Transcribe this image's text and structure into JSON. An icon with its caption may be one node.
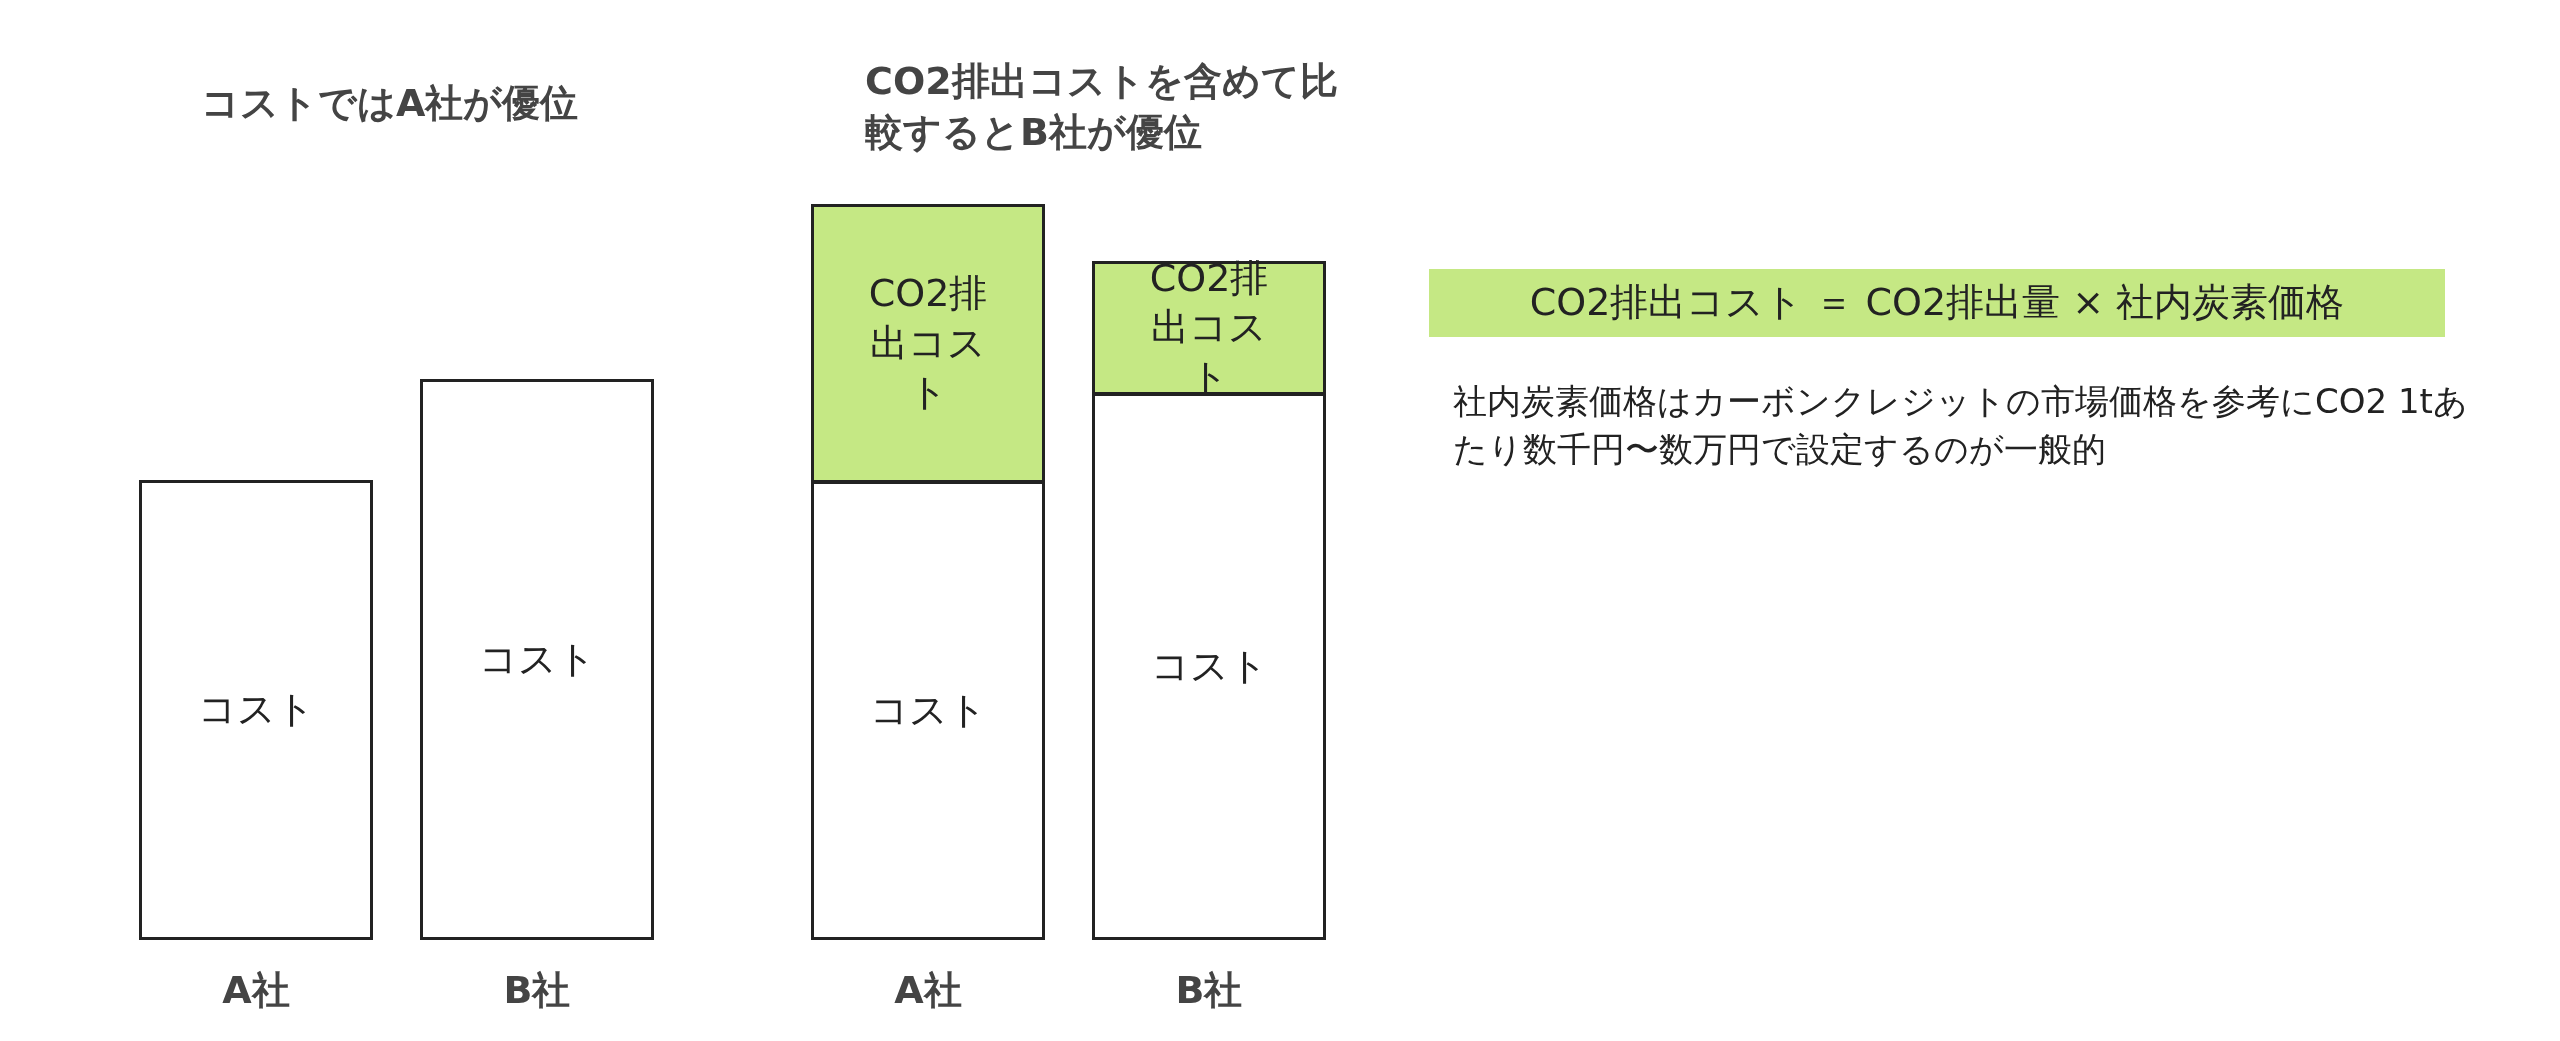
{
  "diagram": {
    "nodes": [
      {
        "text": [
          "コスト"
        ]
      },
      {
        "text": [
          "コスト"
        ]
      },
      {
        "text": [
          "CO2排出コスト"
        ]
      },
      {
        "text": [
          "コスト"
        ]
      },
      {
        "text": [
          "CO2排出コスト"
        ]
      },
      {
        "text": [
          "コスト"
        ]
      },
      {
        "text": [
          "CO2排出コスト ＝ CO2排出量 × 社内炭素価格"
        ]
      }
    ],
    "edges": [],
    "labels": [
      "コストではA社が優位",
      "CO2排出コストを含めて比較するとB社が優位",
      "社内炭素価格はカーボンクレジットの市場価格を参考にCO2 1tあたり数千円〜数万円で設定するのが一般的",
      "A社",
      "B社",
      "A社",
      "B社"
    ]
  }
}
